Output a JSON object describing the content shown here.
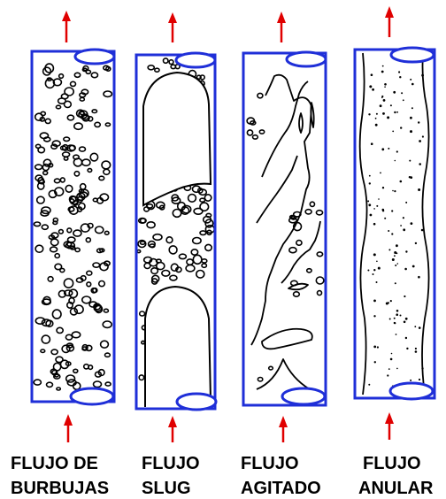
{
  "colors": {
    "tube_outline": "#1f2fd8",
    "arrow": "#e00000",
    "sketch": "#000000",
    "background": "#ffffff"
  },
  "panels": [
    {
      "id": "bubble",
      "caption_line1": "FLUJO DE",
      "caption_line2": "BURBUJAS"
    },
    {
      "id": "slug",
      "caption_line1": "FLUJO",
      "caption_line2": "SLUG"
    },
    {
      "id": "churn",
      "caption_line1": "FLUJO",
      "caption_line2": "AGITADO"
    },
    {
      "id": "annular",
      "caption_line1": "FLUJO",
      "caption_line2": "ANULAR"
    }
  ]
}
